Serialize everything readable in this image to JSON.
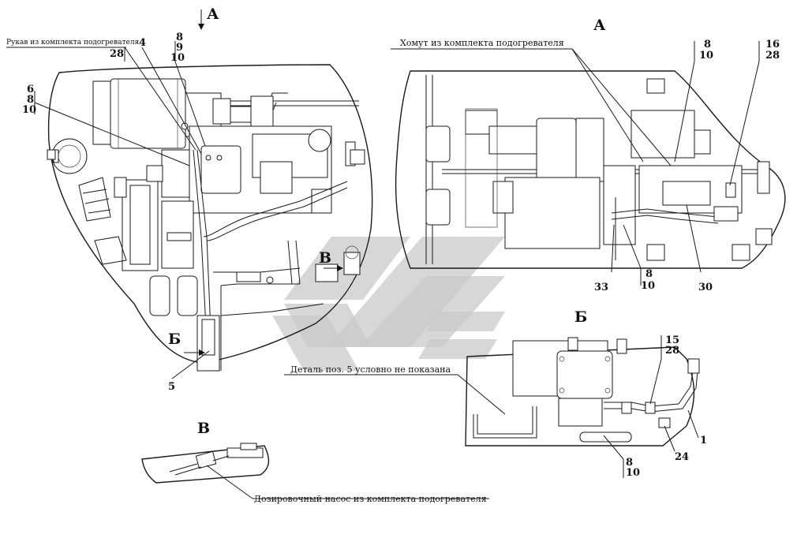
{
  "view_labels": {
    "a_top": "А",
    "a_right": "А",
    "b_detail": "Б",
    "b_arrow": "Б",
    "v_detail": "В",
    "v_arrow": "В"
  },
  "notes": {
    "hose": "Рукав из комплекта подогревателя",
    "clamp": "Хомут из комплекта подогревателя",
    "detail_not_shown": "Деталь поз. 5 условно не показана",
    "dosing_pump": "Дозировочный насос из комплекта подогревателя"
  },
  "callouts": {
    "n28_top": "28",
    "n4": "4",
    "n8a": "8",
    "n9": "9",
    "n10a": "10",
    "n6": "6",
    "n8b": "8",
    "n10b": "10",
    "n5": "5",
    "n8c": "8",
    "n10c": "10",
    "n16": "16",
    "n28b": "28",
    "n33": "33",
    "n8d": "8",
    "n10d": "10",
    "n30": "30",
    "n15": "15",
    "n28c": "28",
    "n1": "1",
    "n24": "24",
    "n8e": "8",
    "n10e": "10"
  },
  "colors": {
    "ink": "#1a1a1a",
    "watermark": "#c9c9c9"
  }
}
